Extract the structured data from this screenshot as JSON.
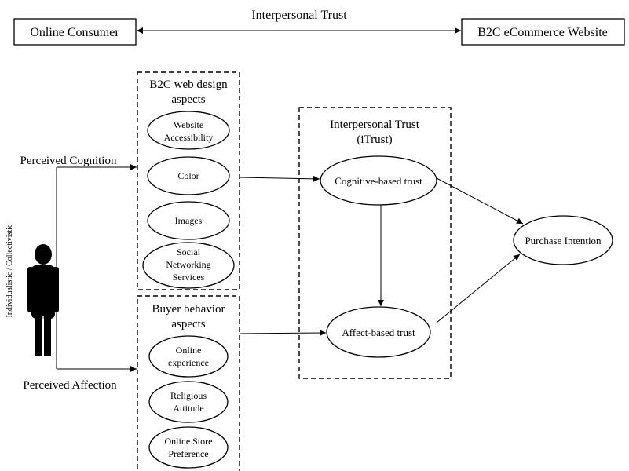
{
  "top": {
    "consumer": "Online Consumer",
    "trust_label": "Interpersonal Trust",
    "website": "B2C eCommerce Website"
  },
  "person": {
    "label": "Individualistic / Collectivistic",
    "icon": "person-icon",
    "cognition": "Perceived Cognition",
    "affection": "Perceived Affection"
  },
  "web_design": {
    "title": [
      "B2C web design",
      "aspects"
    ],
    "items": [
      [
        "Website",
        "Accessibility"
      ],
      [
        "Color"
      ],
      [
        "Images"
      ],
      [
        "Social",
        "Networking",
        "Services"
      ]
    ]
  },
  "buyer": {
    "title": [
      "Buyer behavior",
      "aspects"
    ],
    "items": [
      [
        "Online",
        "experience"
      ],
      [
        "Religious",
        "Attitude"
      ],
      [
        "Online Store",
        "Preference"
      ]
    ]
  },
  "itrust": {
    "title": [
      "Interpersonal Trust",
      "(iTrust)"
    ],
    "cognitive": "Cognitive-based trust",
    "affect": "Affect-based trust"
  },
  "outcome": "Purchase Intention"
}
